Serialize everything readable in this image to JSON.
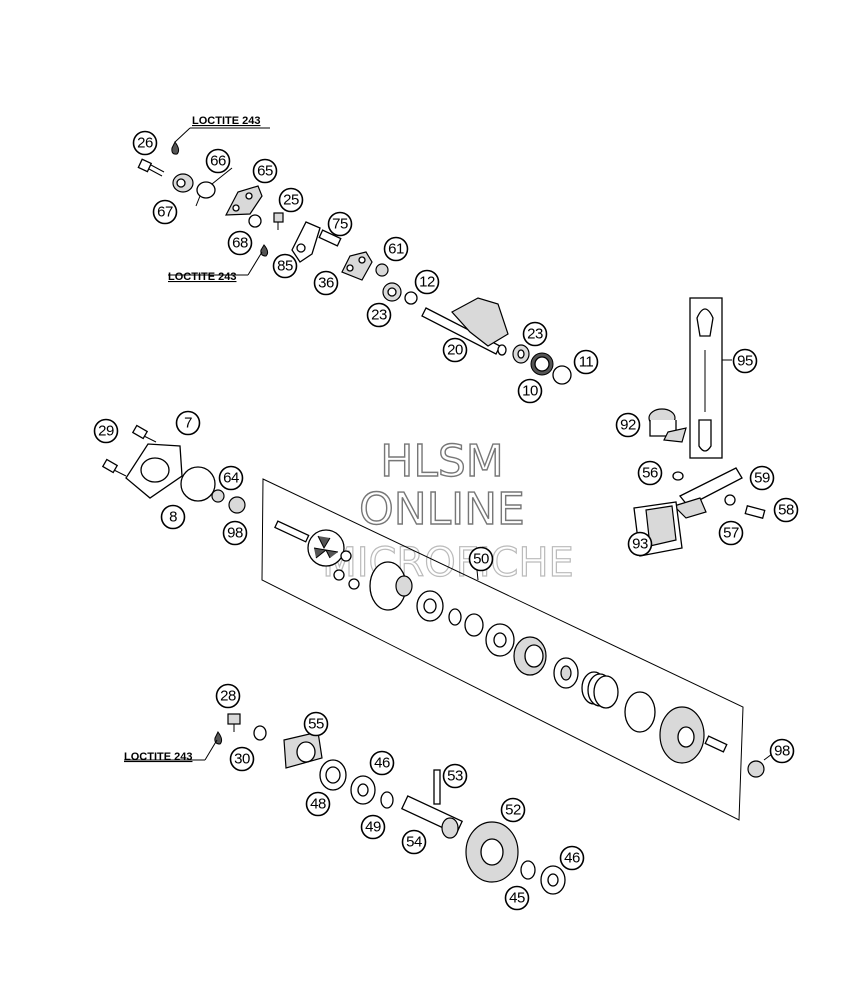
{
  "notes": {
    "loctite_1": "LOCTITE 243",
    "loctite_2": "LOCTITE 243",
    "loctite_3": "LOCTITE 243"
  },
  "watermark": {
    "line1": "HLSM",
    "line2": "ONLINE",
    "line3": "MICROFICHE"
  },
  "callouts": {
    "c26": "26",
    "c66": "66",
    "c65": "65",
    "c67": "67",
    "c25": "25",
    "c75": "75",
    "c68": "68",
    "c85": "85",
    "c61": "61",
    "c36": "36",
    "c12": "12",
    "c23a": "23",
    "c23b": "23",
    "c20": "20",
    "c11": "11",
    "c10": "10",
    "c95": "95",
    "c92": "92",
    "c7": "7",
    "c29": "29",
    "c64": "64",
    "c8": "8",
    "c98a": "98",
    "c56": "56",
    "c59": "59",
    "c58": "58",
    "c57": "57",
    "c93": "93",
    "c50": "50",
    "c98b": "98",
    "c28": "28",
    "c55": "55",
    "c30": "30",
    "c46a": "46",
    "c53": "53",
    "c48": "48",
    "c52": "52",
    "c49": "49",
    "c54": "54",
    "c46b": "46",
    "c45": "45"
  }
}
